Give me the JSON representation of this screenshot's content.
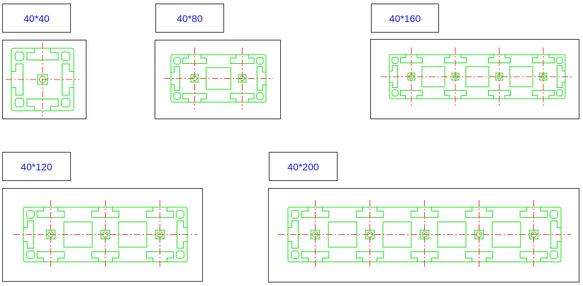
{
  "colors": {
    "label_text": "#1a1adc",
    "profile_outline": "#22dd22",
    "center_line": "#ff3b3b",
    "border": "#3a3a3a"
  },
  "profiles": [
    {
      "label": "40*40",
      "units": 1
    },
    {
      "label": "40*80",
      "units": 2
    },
    {
      "label": "40*160",
      "units": 4
    },
    {
      "label": "40*120",
      "units": 3
    },
    {
      "label": "40*200",
      "units": 5
    }
  ]
}
